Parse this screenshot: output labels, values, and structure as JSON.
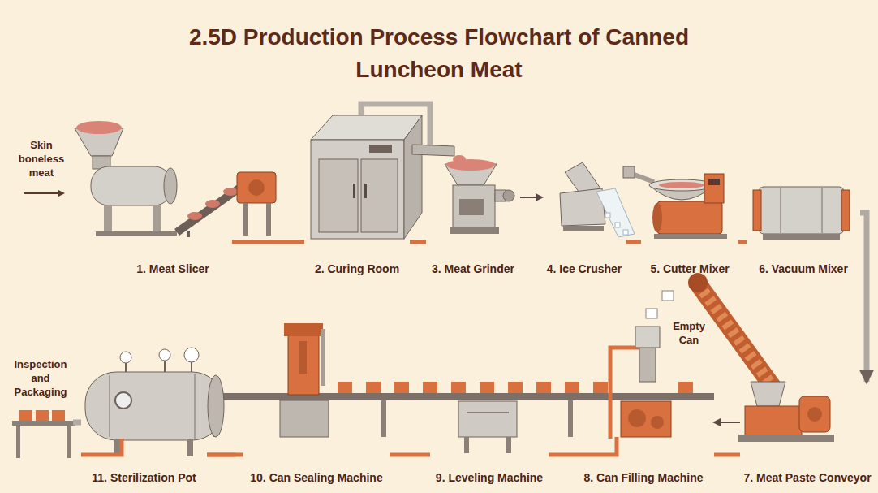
{
  "diagram": {
    "title": "2.5D Production Process Flowchart of Canned Luncheon Meat",
    "nodes": [
      {
        "text": [
          "1. Meat Slicer"
        ]
      },
      {
        "text": [
          "2. Curing Room"
        ]
      },
      {
        "text": [
          "3. Meat Grinder"
        ]
      },
      {
        "text": [
          "4. Ice Crusher"
        ]
      },
      {
        "text": [
          "5. Cutter Mixer"
        ]
      },
      {
        "text": [
          "6. Vacuum Mixer"
        ]
      },
      {
        "text": [
          "7. Meat Paste Conveyor"
        ]
      },
      {
        "text": [
          "8. Can Filling Machine"
        ]
      },
      {
        "text": [
          "9. Leveling Machine"
        ]
      },
      {
        "text": [
          "10. Can Sealing Machine"
        ]
      },
      {
        "text": [
          "11. Sterilization Pot"
        ]
      },
      {
        "text": [
          "Inspection and Packaging"
        ]
      }
    ],
    "edges": [
      {
        "from": 0,
        "to": 1,
        "arrow": "none"
      },
      {
        "from": 1,
        "to": 2,
        "arrow": "none"
      },
      {
        "from": 2,
        "to": 3,
        "arrow": "to"
      },
      {
        "from": 3,
        "to": 4,
        "arrow": "none"
      },
      {
        "from": 4,
        "to": 5,
        "arrow": "none"
      },
      {
        "from": 5,
        "to": 6,
        "arrow": "to"
      },
      {
        "from": 6,
        "to": 7,
        "arrow": "to"
      },
      {
        "from": 7,
        "to": 8,
        "arrow": "none"
      },
      {
        "from": 8,
        "to": 9,
        "arrow": "none"
      },
      {
        "from": 9,
        "to": 10,
        "arrow": "none"
      },
      {
        "from": 10,
        "to": 11,
        "arrow": "none"
      }
    ],
    "labels": [
      "Skin boneless meat",
      "Empty Can"
    ]
  }
}
